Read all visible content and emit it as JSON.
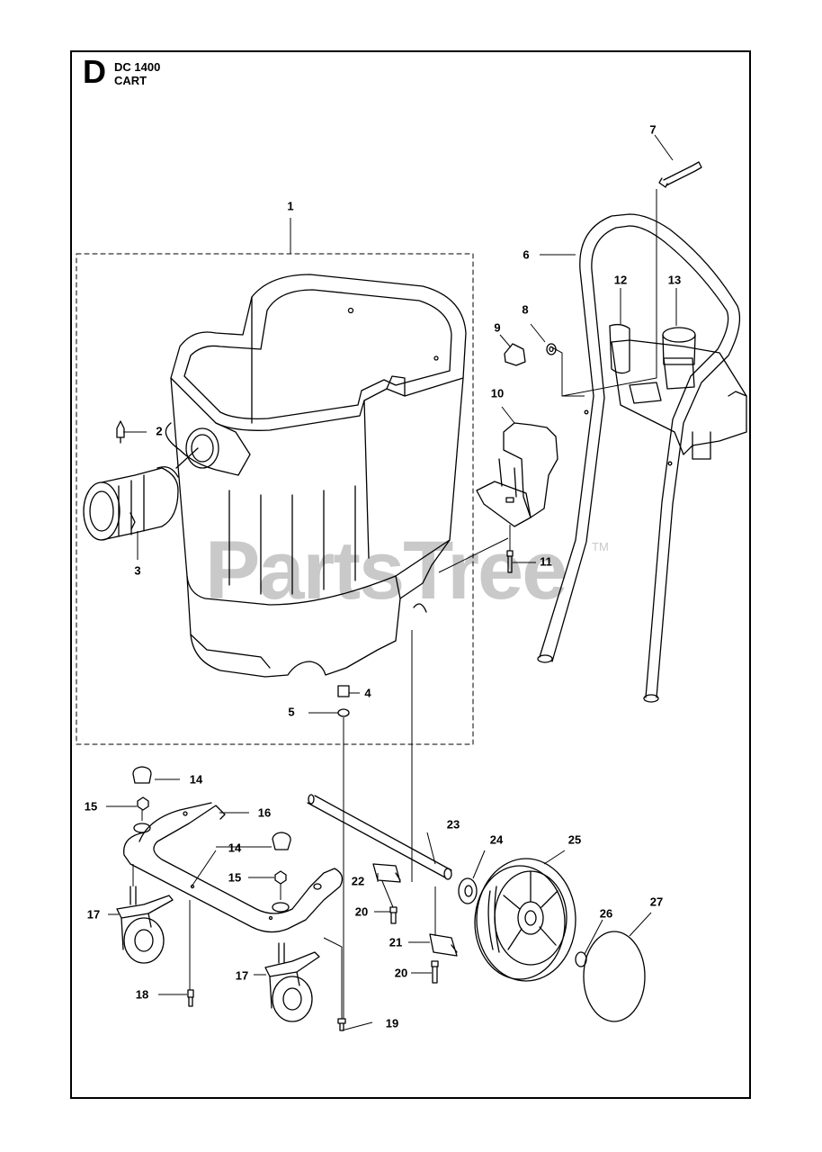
{
  "header": {
    "section_letter": "D",
    "model": "DC 1400",
    "title": "CART"
  },
  "watermark": {
    "text": "PartsTree",
    "trademark": "TM"
  },
  "callouts": [
    {
      "id": "c1",
      "label": "1"
    },
    {
      "id": "c2",
      "label": "2"
    },
    {
      "id": "c3",
      "label": "3"
    },
    {
      "id": "c4",
      "label": "4"
    },
    {
      "id": "c5",
      "label": "5"
    },
    {
      "id": "c6",
      "label": "6"
    },
    {
      "id": "c7",
      "label": "7"
    },
    {
      "id": "c8",
      "label": "8"
    },
    {
      "id": "c9",
      "label": "9"
    },
    {
      "id": "c10",
      "label": "10"
    },
    {
      "id": "c11",
      "label": "11"
    },
    {
      "id": "c12",
      "label": "12"
    },
    {
      "id": "c13",
      "label": "13"
    },
    {
      "id": "c14a",
      "label": "14"
    },
    {
      "id": "c14b",
      "label": "14"
    },
    {
      "id": "c15a",
      "label": "15"
    },
    {
      "id": "c15b",
      "label": "15"
    },
    {
      "id": "c16",
      "label": "16"
    },
    {
      "id": "c17a",
      "label": "17"
    },
    {
      "id": "c17b",
      "label": "17"
    },
    {
      "id": "c18",
      "label": "18"
    },
    {
      "id": "c19",
      "label": "19"
    },
    {
      "id": "c20a",
      "label": "20"
    },
    {
      "id": "c20b",
      "label": "20"
    },
    {
      "id": "c21",
      "label": "21"
    },
    {
      "id": "c22",
      "label": "22"
    },
    {
      "id": "c23",
      "label": "23"
    },
    {
      "id": "c24",
      "label": "24"
    },
    {
      "id": "c25",
      "label": "25"
    },
    {
      "id": "c26",
      "label": "26"
    },
    {
      "id": "c27",
      "label": "27"
    }
  ]
}
